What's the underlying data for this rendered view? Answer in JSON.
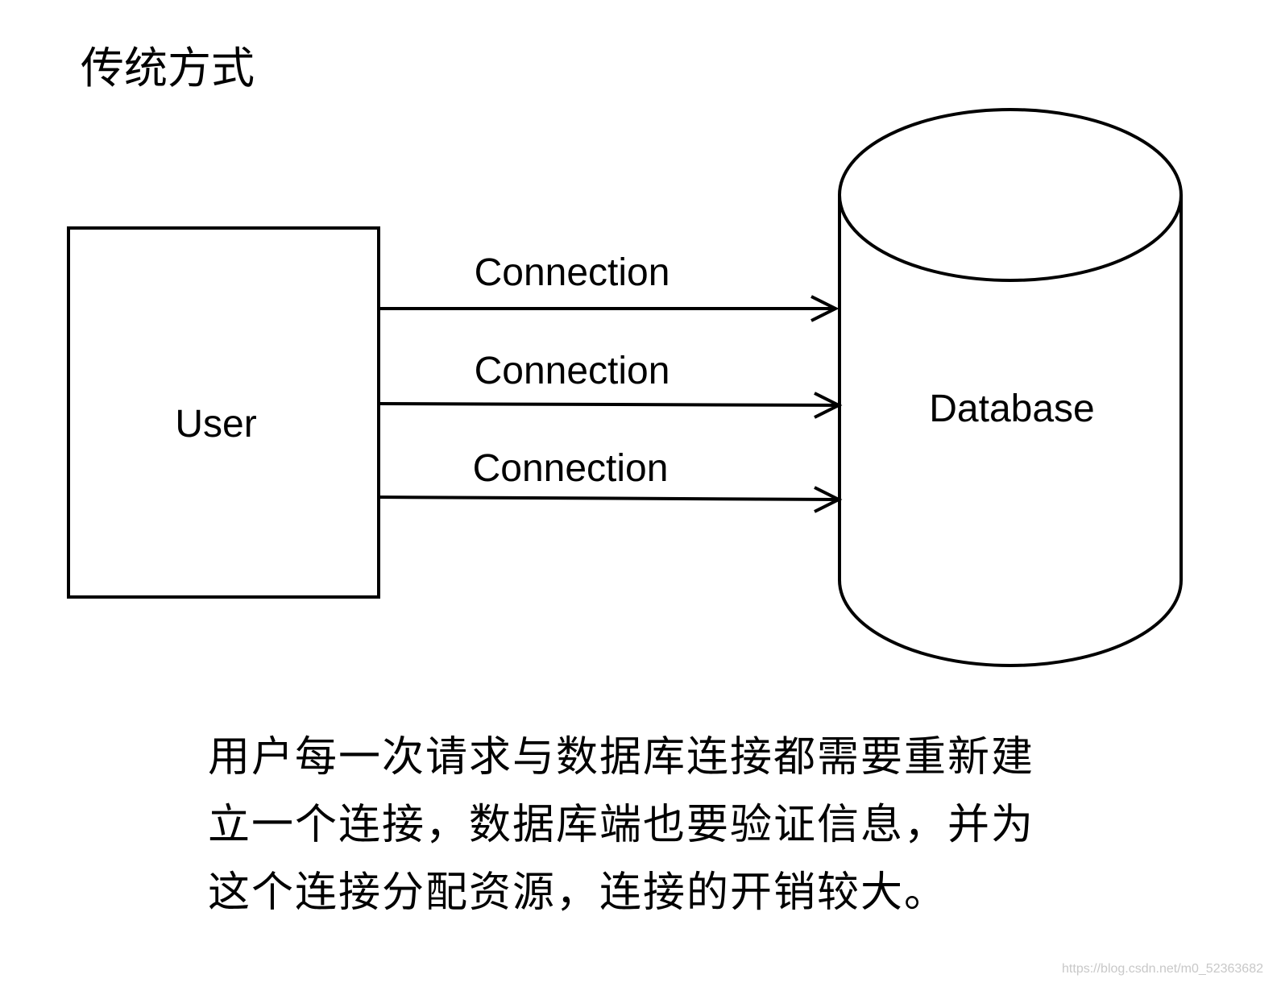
{
  "title": "传统方式",
  "user_label": "User",
  "database_label": "Database",
  "connections": [
    {
      "label": "Connection"
    },
    {
      "label": "Connection"
    },
    {
      "label": "Connection"
    }
  ],
  "caption": {
    "lines": [
      "用户每一次请求与数据库连接都需要重新建",
      "立一个连接，数据库端也要验证信息，并为",
      "这个连接分配资源，连接的开销较大。"
    ]
  },
  "watermark": "https://blog.csdn.net/m0_52363682"
}
